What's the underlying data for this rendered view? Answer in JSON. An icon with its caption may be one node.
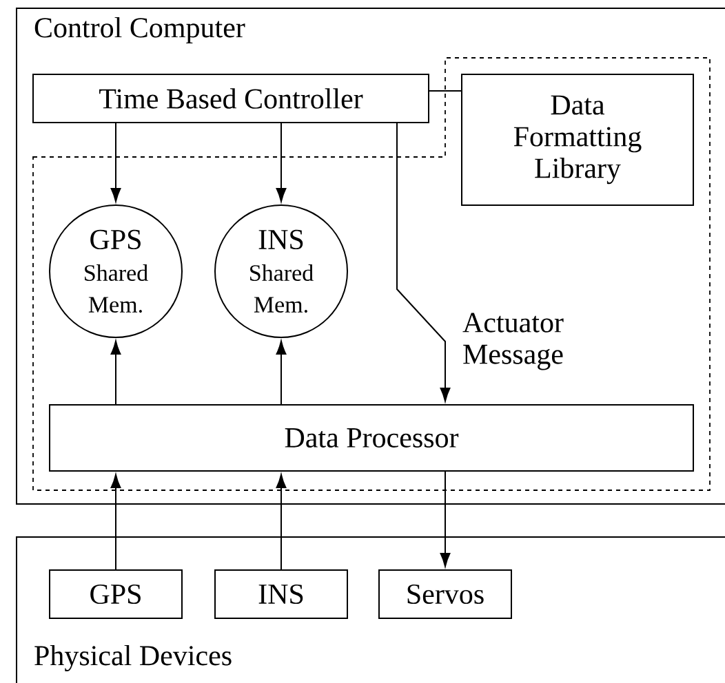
{
  "diagram": {
    "nodes": [
      {
        "text": [
          "Control Computer"
        ]
      },
      {
        "text": [
          "Time Based Controller"
        ],
        "in": 0
      },
      {
        "text": [
          "Data Formatting Library"
        ],
        "in": 0
      },
      {
        "text": [
          "GPS",
          "Shared Mem."
        ],
        "in": 0
      },
      {
        "text": [
          "INS",
          "Shared Mem."
        ],
        "in": 0
      },
      {
        "text": [
          "Data Processor"
        ],
        "in": 0
      },
      {
        "text": [
          "Physical Devices"
        ]
      },
      {
        "text": [
          "GPS"
        ],
        "in": 6
      },
      {
        "text": [
          "INS"
        ],
        "in": 6
      },
      {
        "text": [
          "Servos"
        ],
        "in": 6
      }
    ],
    "edges": [
      {
        "from": 1,
        "to": 3,
        "arrow": "to"
      },
      {
        "from": 1,
        "to": 4,
        "arrow": "to"
      },
      {
        "from": 1,
        "to": 5,
        "arrow": "to",
        "label": "Actuator Message"
      },
      {
        "from": 5,
        "to": 3,
        "arrow": "to"
      },
      {
        "from": 5,
        "to": 4,
        "arrow": "to"
      },
      {
        "from": 7,
        "to": 5,
        "arrow": "to"
      },
      {
        "from": 8,
        "to": 5,
        "arrow": "to"
      },
      {
        "from": 5,
        "to": 9,
        "arrow": "to"
      },
      {
        "from": 1,
        "to": 2,
        "arrow": "none"
      }
    ]
  }
}
